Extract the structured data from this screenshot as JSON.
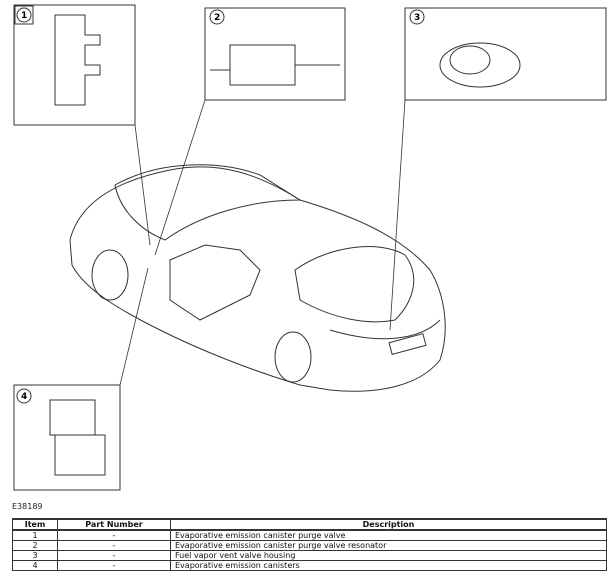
{
  "callouts": [
    "1",
    "2",
    "3",
    "4"
  ],
  "figure_id": "E38189",
  "table": {
    "headers": [
      "Item",
      "Part Number",
      "Description"
    ],
    "rows": [
      {
        "item": "1",
        "part": "-",
        "desc": "Evaporative emission canister purge valve"
      },
      {
        "item": "2",
        "part": "-",
        "desc": "Evaporative emission canister purge valve resonator"
      },
      {
        "item": "3",
        "part": "-",
        "desc": "Fuel vapor vent valve housing"
      },
      {
        "item": "4",
        "part": "-",
        "desc": "Evaporative emission canisters"
      }
    ]
  }
}
